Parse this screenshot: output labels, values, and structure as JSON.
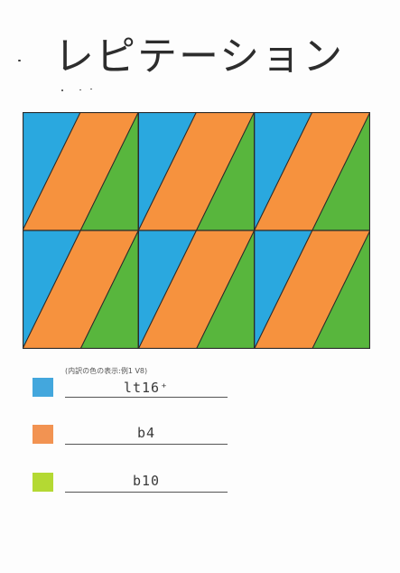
{
  "title": "レピテーション",
  "colors": {
    "blue": "#2aa8df",
    "orange": "#f6923e",
    "green": "#58b63d",
    "lime": "#b5de2f",
    "outline": "#2a2a2a"
  },
  "pattern": {
    "columns": 3,
    "rows": 2
  },
  "legend": {
    "note": "(内訳の色の表示:例1 V8)",
    "items": [
      {
        "swatch_color": "#43a7dd",
        "label": "lt16⁺"
      },
      {
        "swatch_color": "#f29352",
        "label": "b4"
      },
      {
        "swatch_color": "#b4d933",
        "label": "b10"
      }
    ]
  }
}
